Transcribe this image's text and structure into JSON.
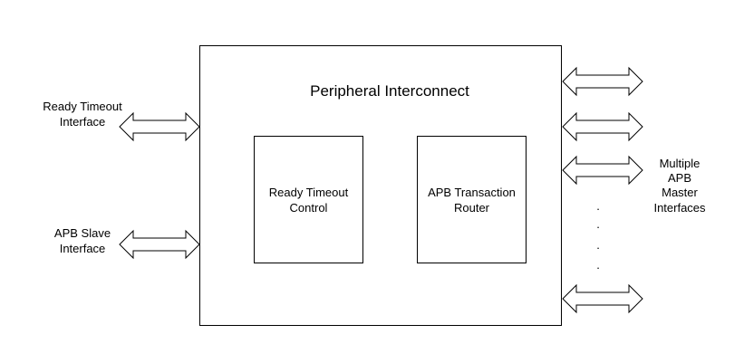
{
  "diagram": {
    "main_block": {
      "title": "Peripheral Interconnect"
    },
    "inner_blocks": [
      {
        "lines": [
          "Ready Timeout",
          "Control"
        ]
      },
      {
        "lines": [
          "APB Transaction",
          "Router"
        ]
      }
    ],
    "left_interfaces": [
      {
        "lines": [
          "Ready Timeout",
          "Interface"
        ]
      },
      {
        "lines": [
          "APB Slave",
          "Interface"
        ]
      }
    ],
    "right_interfaces": {
      "lines": [
        "Multiple",
        "APB",
        "Master",
        "Interfaces"
      ],
      "ellipsis": ".",
      "arrow_count": 4
    }
  }
}
